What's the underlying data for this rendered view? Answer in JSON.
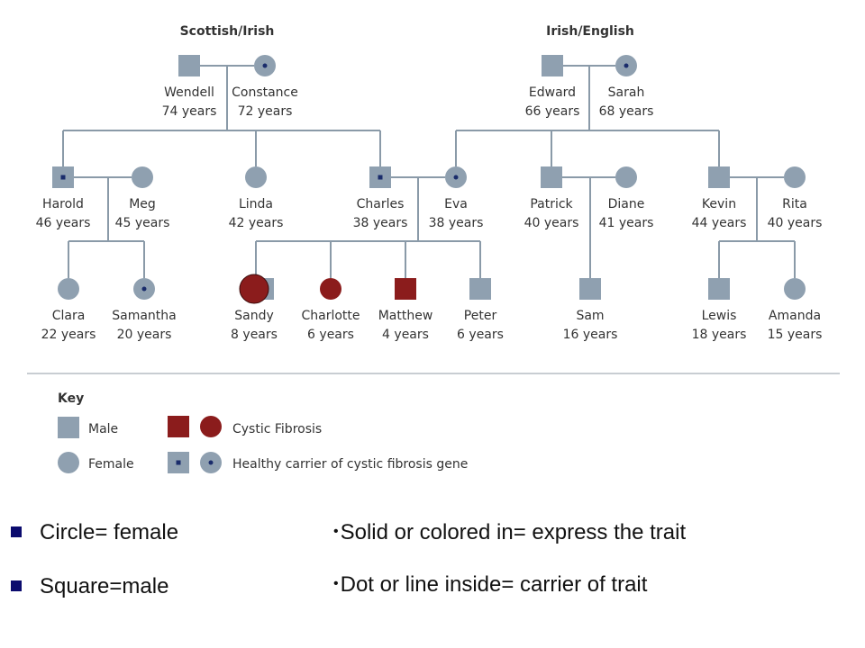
{
  "families": {
    "left": "Scottish/Irish",
    "right": "Irish/English"
  },
  "people": [
    {
      "id": "wendell",
      "name": "Wendell",
      "age": "74 years",
      "sex": "male",
      "status": "unaffected"
    },
    {
      "id": "constance",
      "name": "Constance",
      "age": "72 years",
      "sex": "female",
      "status": "carrier"
    },
    {
      "id": "edward",
      "name": "Edward",
      "age": "66 years",
      "sex": "male",
      "status": "unaffected"
    },
    {
      "id": "sarah",
      "name": "Sarah",
      "age": "68 years",
      "sex": "female",
      "status": "carrier"
    },
    {
      "id": "harold",
      "name": "Harold",
      "age": "46 years",
      "sex": "male",
      "status": "carrier"
    },
    {
      "id": "meg",
      "name": "Meg",
      "age": "45 years",
      "sex": "female",
      "status": "unaffected"
    },
    {
      "id": "linda",
      "name": "Linda",
      "age": "42 years",
      "sex": "female",
      "status": "unaffected"
    },
    {
      "id": "charles",
      "name": "Charles",
      "age": "38 years",
      "sex": "male",
      "status": "carrier"
    },
    {
      "id": "eva",
      "name": "Eva",
      "age": "38 years",
      "sex": "female",
      "status": "carrier"
    },
    {
      "id": "patrick",
      "name": "Patrick",
      "age": "40 years",
      "sex": "male",
      "status": "unaffected"
    },
    {
      "id": "diane",
      "name": "Diane",
      "age": "41 years",
      "sex": "female",
      "status": "unaffected"
    },
    {
      "id": "kevin",
      "name": "Kevin",
      "age": "44 years",
      "sex": "male",
      "status": "unaffected"
    },
    {
      "id": "rita",
      "name": "Rita",
      "age": "40 years",
      "sex": "female",
      "status": "unaffected"
    },
    {
      "id": "clara",
      "name": "Clara",
      "age": "22 years",
      "sex": "female",
      "status": "unaffected"
    },
    {
      "id": "samantha",
      "name": "Samantha",
      "age": "20 years",
      "sex": "female",
      "status": "carrier"
    },
    {
      "id": "sandy",
      "name": "Sandy",
      "age": "8 years",
      "sex": "female",
      "status": "affected"
    },
    {
      "id": "charlotte",
      "name": "Charlotte",
      "age": "6 years",
      "sex": "female",
      "status": "affected"
    },
    {
      "id": "matthew",
      "name": "Matthew",
      "age": "4 years",
      "sex": "male",
      "status": "affected"
    },
    {
      "id": "peter",
      "name": "Peter",
      "age": "6 years",
      "sex": "male",
      "status": "unaffected"
    },
    {
      "id": "sam",
      "name": "Sam",
      "age": "16 years",
      "sex": "male",
      "status": "unaffected"
    },
    {
      "id": "lewis",
      "name": "Lewis",
      "age": "18 years",
      "sex": "male",
      "status": "unaffected"
    },
    {
      "id": "amanda",
      "name": "Amanda",
      "age": "15 years",
      "sex": "female",
      "status": "unaffected"
    }
  ],
  "key": {
    "title": "Key",
    "male": "Male",
    "female": "Female",
    "affected": "Cystic Fibrosis",
    "carrier": "Healthy carrier of cystic fibrosis gene"
  },
  "bullets": {
    "left": [
      "Circle= female",
      "Square=male"
    ],
    "right": [
      "Solid or colored in= express the trait",
      "Dot or line inside= carrier of trait"
    ]
  },
  "colors": {
    "unaffected": "#8fa0b0",
    "affected": "#8b1c1c",
    "carrier_dot": "#1a2c6b",
    "line": "#8a9aa8",
    "bullet": "#0b0b6e"
  }
}
